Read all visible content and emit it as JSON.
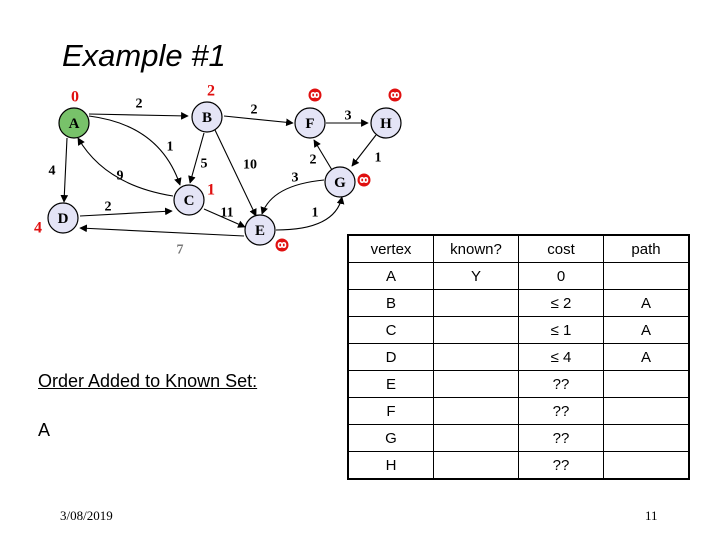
{
  "slide": {
    "title": "Example #1",
    "date": "3/08/2019",
    "page_number": "11"
  },
  "graph": {
    "nodes": [
      {
        "id": "A",
        "label": "A",
        "cost": "0",
        "known": true
      },
      {
        "id": "B",
        "label": "B",
        "cost": "2",
        "known": false
      },
      {
        "id": "C",
        "label": "C",
        "cost": "1",
        "known": false
      },
      {
        "id": "D",
        "label": "D",
        "cost": "4",
        "known": false
      },
      {
        "id": "E",
        "label": "E",
        "cost": "infinity",
        "known": false
      },
      {
        "id": "F",
        "label": "F",
        "cost": "infinity",
        "known": false
      },
      {
        "id": "G",
        "label": "G",
        "cost": "infinity",
        "known": false
      },
      {
        "id": "H",
        "label": "H",
        "cost": "infinity",
        "known": false
      }
    ],
    "edges": [
      {
        "from": "A",
        "to": "B",
        "weight": "2"
      },
      {
        "from": "A",
        "to": "C",
        "weight": "1"
      },
      {
        "from": "A",
        "to": "D",
        "weight": "4"
      },
      {
        "from": "C",
        "to": "A",
        "weight": "9"
      },
      {
        "from": "B",
        "to": "C",
        "weight": "5"
      },
      {
        "from": "B",
        "to": "E",
        "weight": "10"
      },
      {
        "from": "B",
        "to": "F",
        "weight": "2"
      },
      {
        "from": "F",
        "to": "H",
        "weight": "3"
      },
      {
        "from": "H",
        "to": "G",
        "weight": "1"
      },
      {
        "from": "G",
        "to": "F",
        "weight": "2"
      },
      {
        "from": "G",
        "to": "E",
        "weight": "3"
      },
      {
        "from": "E",
        "to": "G",
        "weight": "1"
      },
      {
        "from": "D",
        "to": "C",
        "weight": "2"
      },
      {
        "from": "C",
        "to": "E",
        "weight": "11"
      },
      {
        "from": "E",
        "to": "D",
        "weight": "7"
      }
    ],
    "infinity_icon": "infinity-icon",
    "colors": {
      "cost_label": "#e01010",
      "known_node": "#78c26a",
      "unknown_node": "#e4e4f6"
    }
  },
  "table": {
    "headers": [
      "vertex",
      "known?",
      "cost",
      "path"
    ],
    "rows": [
      {
        "vertex": "A",
        "known": "Y",
        "cost": "0",
        "path": ""
      },
      {
        "vertex": "B",
        "known": "",
        "cost": "≤ 2",
        "path": "A"
      },
      {
        "vertex": "C",
        "known": "",
        "cost": "≤ 1",
        "path": "A"
      },
      {
        "vertex": "D",
        "known": "",
        "cost": "≤ 4",
        "path": "A"
      },
      {
        "vertex": "E",
        "known": "",
        "cost": "??",
        "path": ""
      },
      {
        "vertex": "F",
        "known": "",
        "cost": "??",
        "path": ""
      },
      {
        "vertex": "G",
        "known": "",
        "cost": "??",
        "path": ""
      },
      {
        "vertex": "H",
        "known": "",
        "cost": "??",
        "path": ""
      }
    ]
  },
  "order": {
    "label": "Order Added to Known Set:",
    "value": "A"
  }
}
